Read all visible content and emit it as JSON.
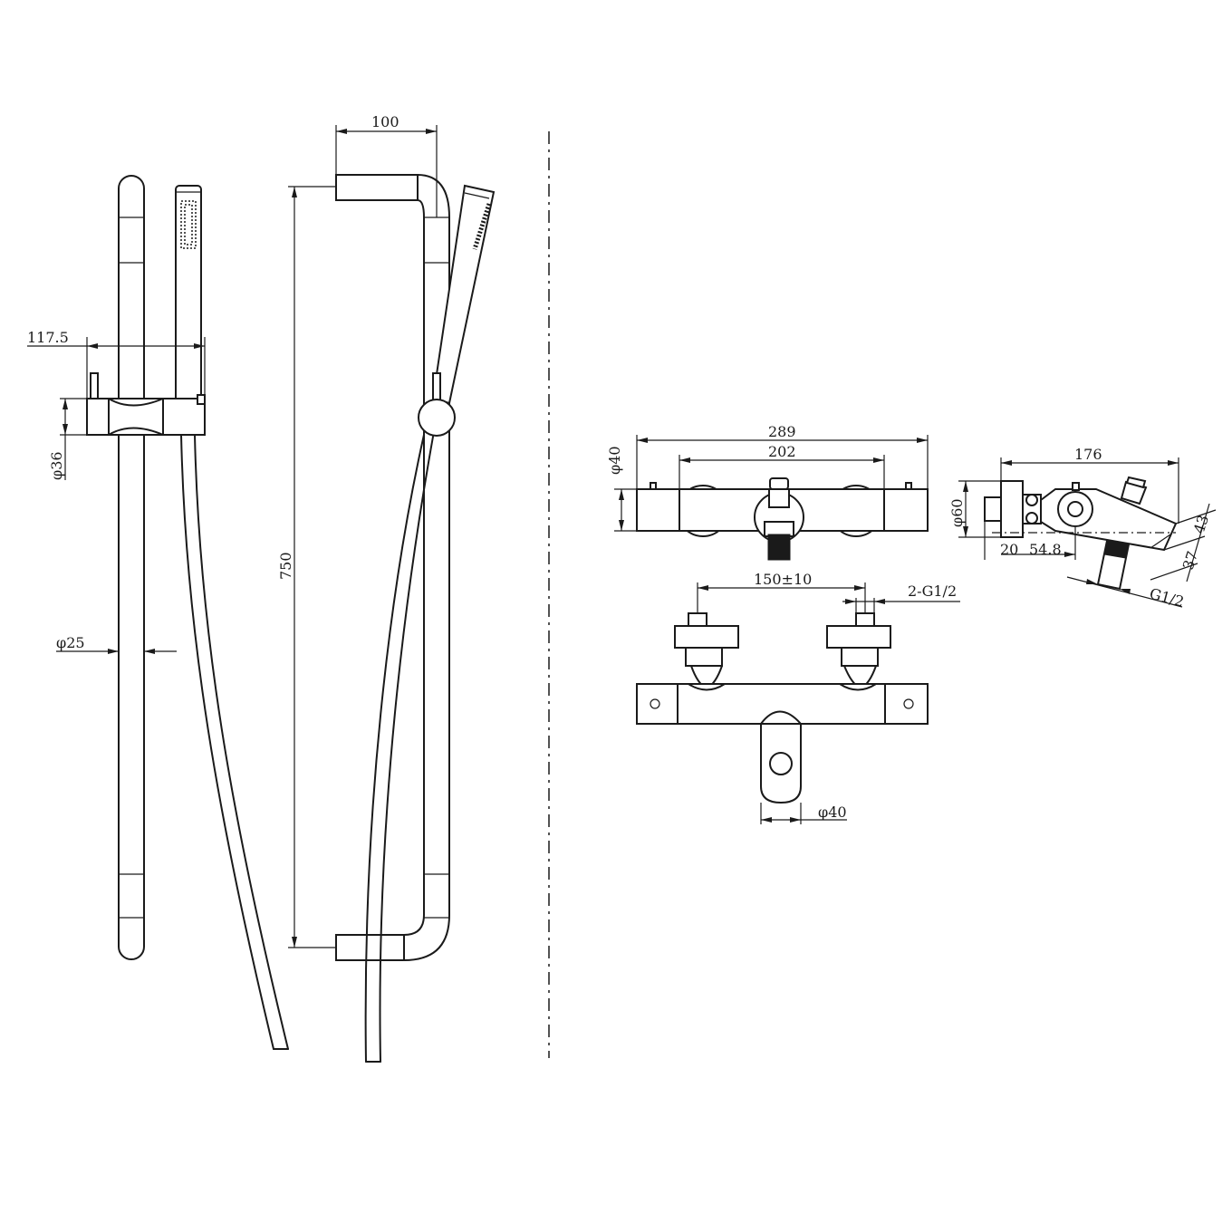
{
  "dimensions": {
    "slide_rail_top_width": "100",
    "rail_height": "750",
    "holder_projection": "117.5",
    "holder_diameter": "φ36",
    "rail_diameter": "φ25",
    "mixer_overall_width": "289",
    "mixer_body_width": "202",
    "mixer_body_diameter": "φ40",
    "mixer_side_depth": "176",
    "mixer_side_diameter": "φ60",
    "side_offset_1": "20",
    "side_offset_2": "54.8",
    "side_height_1": "43",
    "side_height_2": "37",
    "side_thread": "G1/2",
    "inlet_spacing": "150±10",
    "inlet_thread": "2-G1/2",
    "spout_diameter": "φ40"
  }
}
